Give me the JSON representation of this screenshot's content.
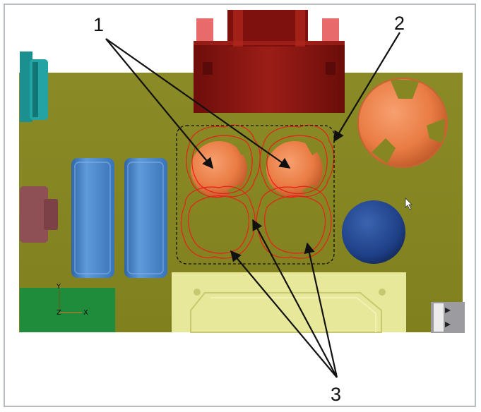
{
  "figure": {
    "callouts": [
      "1",
      "2",
      "3"
    ],
    "axes": {
      "y": "Y",
      "z": "Z",
      "x": "X"
    },
    "colors": {
      "board": "#868622",
      "connector": "#8a1410",
      "connector_pin": "#e86a6a",
      "capacitor_orange": "#ea7c44",
      "capacitor_blue": "#1e3f86",
      "blue_block": "#4a86c8",
      "teal_part": "#1c9090",
      "mauve_part": "#8e4f55",
      "green_part": "#1e8c3a",
      "yellow_part": "#e8e89a",
      "outline_red": "#e8201a",
      "ink": "#111111"
    },
    "icons": [
      "mouse-cursor-icon",
      "coordinate-axes-icon"
    ]
  }
}
